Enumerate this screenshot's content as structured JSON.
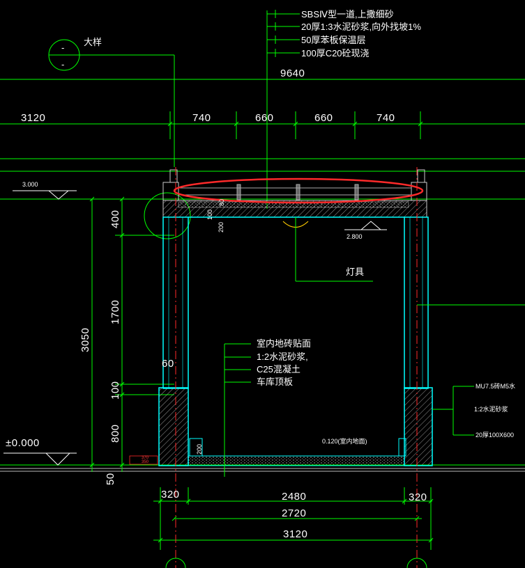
{
  "roof_notes": [
    "SBSⅣ型一道,上撒细砂",
    "20厚1:3水泥砂浆,向外找坡1%",
    "50厚苯板保温层",
    "100厚C20砼现浇"
  ],
  "detail_callout": {
    "label": "大样",
    "symbol": "-"
  },
  "top_dims": {
    "overall": "9640",
    "left_span": "3120",
    "segments": [
      "740",
      "660",
      "660",
      "740"
    ]
  },
  "elevations": {
    "top": "3.000",
    "ceiling": "2.800",
    "ground": "±0.000",
    "floor": "0.120(室内地面)"
  },
  "lamp_label": "灯具",
  "floor_notes": [
    "室内地砖贴面",
    "1:2水泥砂浆,",
    "C25混凝土",
    "车库顶板"
  ],
  "wall_notes": [
    "MU7.5砖M5水",
    "1:2水泥砂浆",
    "20厚100X600"
  ],
  "vertical_dims": {
    "total": "3050",
    "parts": [
      "400",
      "1700",
      "100",
      "800"
    ],
    "slab": [
      "80",
      "100",
      "200"
    ],
    "d60": "60",
    "d200": "200",
    "d50": "50"
  },
  "bottom_dims": {
    "wall_l": "320",
    "inner": "2480",
    "wall_r": "320",
    "mid": "2720",
    "overall": "3120"
  },
  "red_marks": [
    "370",
    "350"
  ],
  "colors": {
    "background": "#000000",
    "dim_line": "#00ff00",
    "text": "#ffffff",
    "wall_outline": "#00ffff",
    "highlight": "#ff2a2a",
    "hatch": "#b0b0b0"
  }
}
